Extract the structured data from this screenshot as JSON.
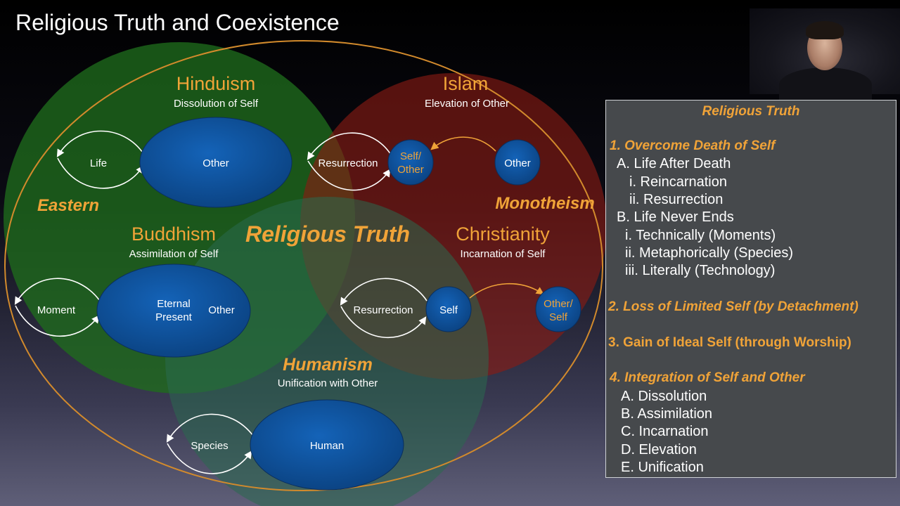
{
  "slide_title": "Religious Truth and Coexistence",
  "colors": {
    "orange": "#f0a338",
    "green_circle": "#1f6b1c",
    "red_circle": "#7a1a14",
    "teal_circle": "#215a44",
    "blue_node": "#0d4f96",
    "panel_bg": "#46494c"
  },
  "diagram": {
    "center_label": "Religious Truth",
    "region_labels": {
      "eastern": "Eastern",
      "monotheism": "Monotheism",
      "humanism": "Humanism"
    },
    "hinduism": {
      "name": "Hinduism",
      "subtitle": "Dissolution of Self",
      "loop_label": "Life",
      "node_label": "Other"
    },
    "islam": {
      "name": "Islam",
      "subtitle": "Elevation of Other",
      "loop_label": "Resurrection",
      "self_node": "Self/ Other",
      "self_node_line1": "Self/",
      "self_node_line2": "Other",
      "other_node": "Other"
    },
    "buddhism": {
      "name": "Buddhism",
      "subtitle": "Assimilation of Self",
      "loop_label": "Moment",
      "node_line1": "Eternal",
      "node_line2": "Present",
      "node_other": "Other"
    },
    "christianity": {
      "name": "Christianity",
      "subtitle": "Incarnation of Self",
      "loop_label": "Resurrection",
      "self_node": "Self",
      "other_node_line1": "Other/",
      "other_node_line2": "Self"
    },
    "humanism_group": {
      "subtitle": "Unification with Other",
      "loop_label": "Species",
      "node_label": "Human"
    }
  },
  "panel": {
    "title": "Religious Truth",
    "lines": [
      {
        "text": "1. Overcome Death of Self",
        "kind": "head"
      },
      {
        "text": "A. Life After Death",
        "kind": "sub"
      },
      {
        "text": "i. Reincarnation",
        "kind": "subsub"
      },
      {
        "text": "ii. Resurrection",
        "kind": "subsub"
      },
      {
        "text": "B. Life Never Ends",
        "kind": "sub"
      },
      {
        "text": "i. Technically (Moments)",
        "kind": "subsub"
      },
      {
        "text": "ii. Metaphorically (Species)",
        "kind": "subsub"
      },
      {
        "text": "iii. Literally (Technology)",
        "kind": "subsub"
      },
      {
        "text": "2. Loss of Limited Self (by Detachment)",
        "kind": "head"
      },
      {
        "text": "3. Gain of Ideal Self (through Worship)",
        "kind": "head-upright"
      },
      {
        "text": "4. Integration of Self and Other",
        "kind": "head"
      },
      {
        "text": "A. Dissolution",
        "kind": "sub"
      },
      {
        "text": "B. Assimilation",
        "kind": "sub"
      },
      {
        "text": "C. Incarnation",
        "kind": "sub"
      },
      {
        "text": "D. Elevation",
        "kind": "sub"
      },
      {
        "text": "E. Unification",
        "kind": "sub"
      }
    ]
  }
}
